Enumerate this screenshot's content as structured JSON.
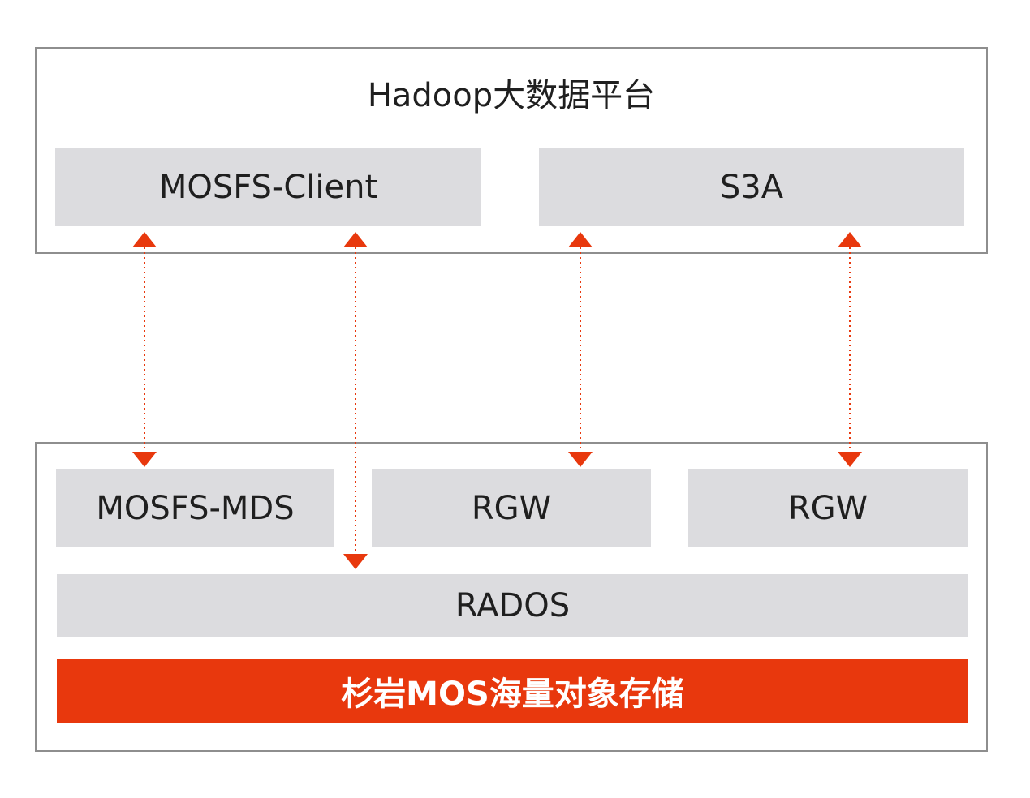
{
  "platform": {
    "title": "Hadoop大数据平台",
    "client_label": "MOSFS-Client",
    "s3a_label": "S3A"
  },
  "storage": {
    "mds_label": "MOSFS-MDS",
    "rgw1_label": "RGW",
    "rgw2_label": "RGW",
    "rados_label": "RADOS",
    "banner_label": "杉岩MOS海量对象存储"
  },
  "colors": {
    "accent": "#e8380d",
    "box_fill": "#dcdcdf",
    "border": "#8e8e8e"
  }
}
